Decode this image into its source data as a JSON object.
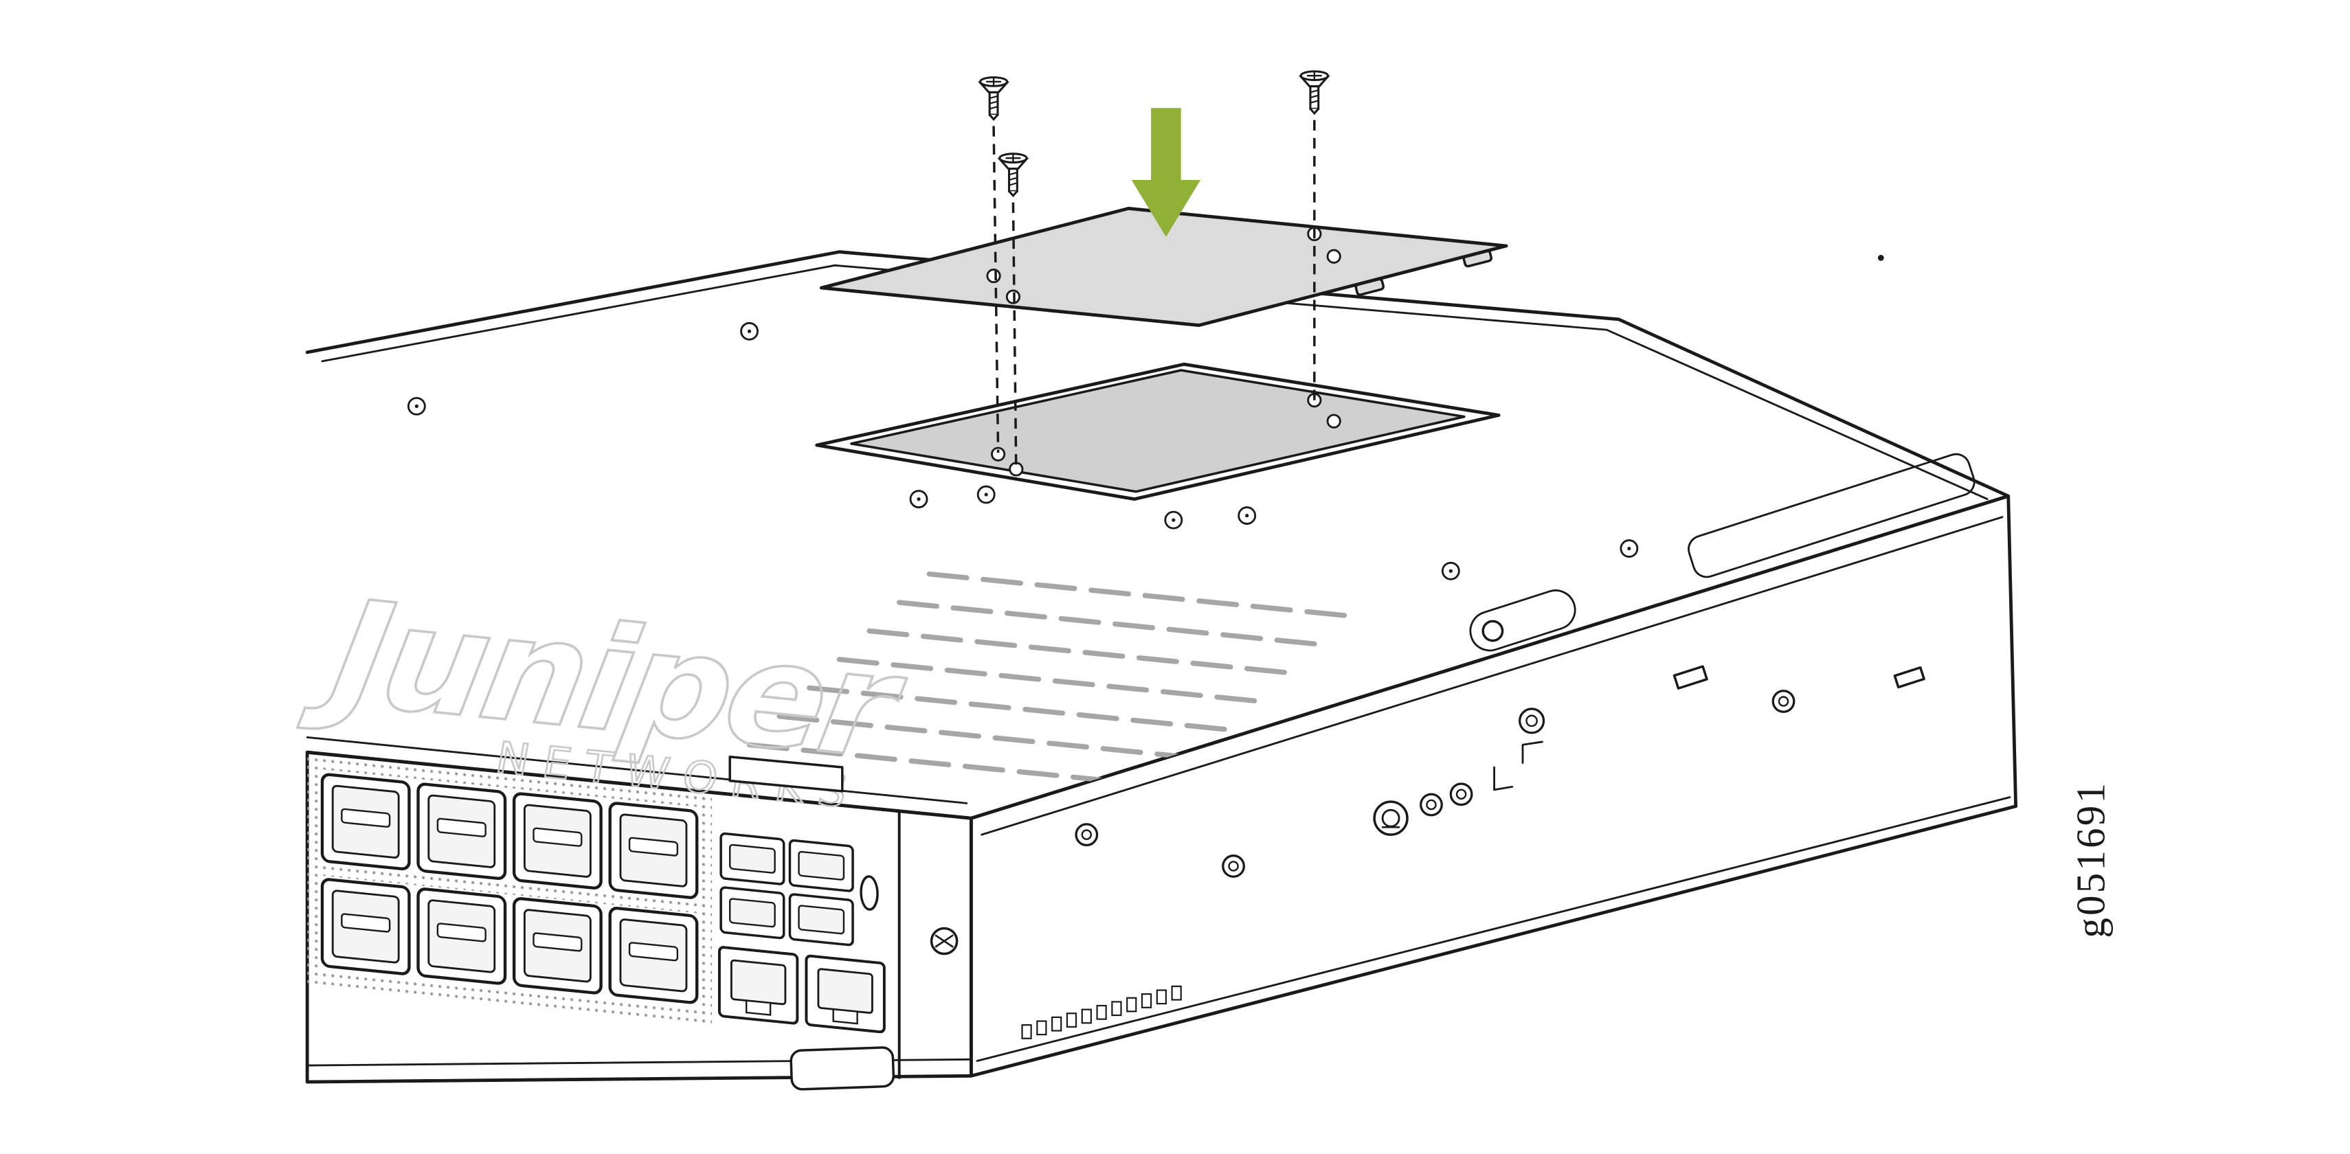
{
  "figure": {
    "id_label": "g051691",
    "brand_watermark": {
      "name": "Juniper",
      "subtitle": "NETWORKS"
    },
    "colors": {
      "line": "#1A1A1A",
      "arrow_green": "#8FB236",
      "plate_fill": "#DBDBDB",
      "recess_fill": "#D0D0D0",
      "watermark_gray": "#C9C9C9",
      "vent_gray": "#A6A6A6",
      "background": "#FFFFFF"
    }
  }
}
